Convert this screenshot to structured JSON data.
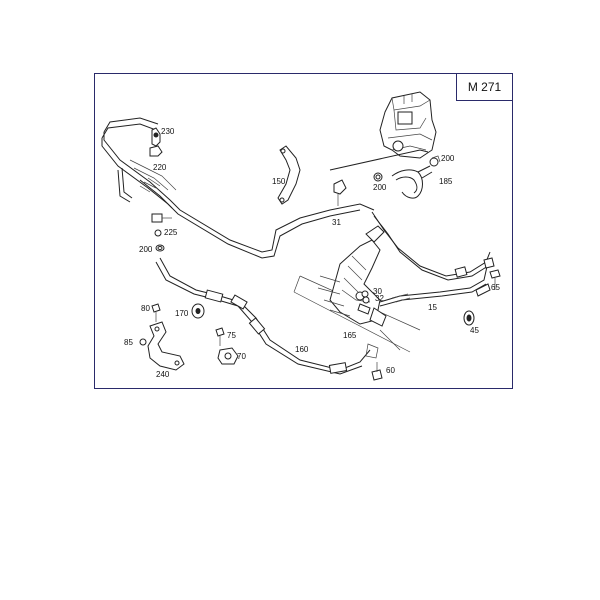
{
  "diagram": {
    "model_label": "M 271",
    "part_labels": [
      {
        "id": "p230",
        "text": "230"
      },
      {
        "id": "p220",
        "text": "220"
      },
      {
        "id": "p150",
        "text": "150"
      },
      {
        "id": "p200a",
        "text": "200"
      },
      {
        "id": "p185",
        "text": "185"
      },
      {
        "id": "p200b",
        "text": "200"
      },
      {
        "id": "p31",
        "text": "31"
      },
      {
        "id": "p225",
        "text": "225"
      },
      {
        "id": "p200c",
        "text": "200"
      },
      {
        "id": "p65",
        "text": "65"
      },
      {
        "id": "p30",
        "text": "30"
      },
      {
        "id": "p32",
        "text": "32"
      },
      {
        "id": "p15",
        "text": "15"
      },
      {
        "id": "p80",
        "text": "80"
      },
      {
        "id": "p170",
        "text": "170"
      },
      {
        "id": "p75",
        "text": "75"
      },
      {
        "id": "p45",
        "text": "45"
      },
      {
        "id": "p85",
        "text": "85"
      },
      {
        "id": "p165",
        "text": "165"
      },
      {
        "id": "p160",
        "text": "160"
      },
      {
        "id": "p70",
        "text": "70"
      },
      {
        "id": "p60",
        "text": "60"
      },
      {
        "id": "p240",
        "text": "240"
      }
    ]
  }
}
